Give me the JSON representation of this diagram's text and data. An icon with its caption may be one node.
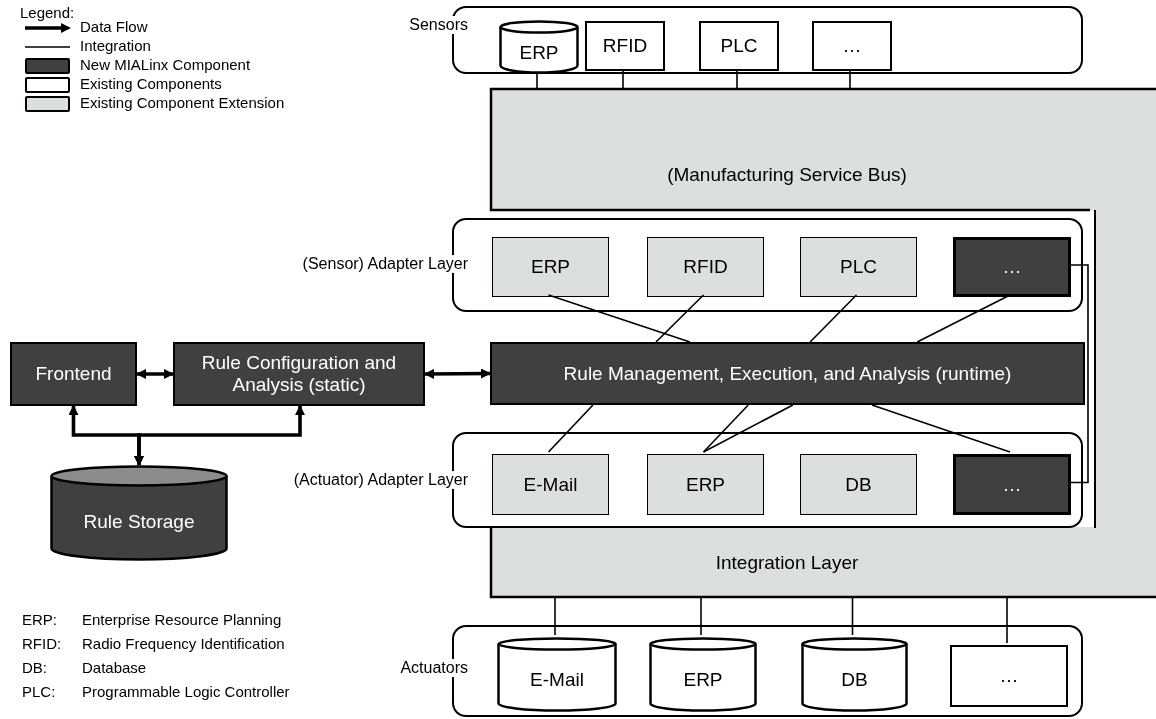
{
  "diagram": {
    "nodes": [
      {
        "text": [
          "Sensors"
        ]
      },
      {
        "text": [
          "ERP"
        ],
        "in": 0
      },
      {
        "text": [
          "RFID"
        ],
        "in": 0
      },
      {
        "text": [
          "PLC"
        ],
        "in": 0
      },
      {
        "text": [
          "…"
        ],
        "in": 0
      },
      {
        "text": [
          "(Manufacturing Service Bus)"
        ]
      },
      {
        "text": [
          "(Sensor) Adapter Layer"
        ]
      },
      {
        "text": [
          "ERP"
        ],
        "in": 6
      },
      {
        "text": [
          "RFID"
        ],
        "in": 6
      },
      {
        "text": [
          "PLC"
        ],
        "in": 6
      },
      {
        "text": [
          "…"
        ],
        "in": 6
      },
      {
        "text": [
          "Frontend"
        ]
      },
      {
        "text": [
          "Rule Configuration and Analysis (static)"
        ]
      },
      {
        "text": [
          "Rule Management, Execution, and Analysis (runtime)"
        ]
      },
      {
        "text": [
          "(Actuator) Adapter Layer"
        ]
      },
      {
        "text": [
          "E-Mail"
        ],
        "in": 14
      },
      {
        "text": [
          "ERP"
        ],
        "in": 14
      },
      {
        "text": [
          "DB"
        ],
        "in": 14
      },
      {
        "text": [
          "…"
        ],
        "in": 14
      },
      {
        "text": [
          "Integration Layer"
        ]
      },
      {
        "text": [
          "Rule Storage"
        ]
      },
      {
        "text": [
          "Actuators"
        ]
      },
      {
        "text": [
          "E-Mail"
        ],
        "in": 21
      },
      {
        "text": [
          "ERP"
        ],
        "in": 21
      },
      {
        "text": [
          "DB"
        ],
        "in": 21
      },
      {
        "text": [
          "…"
        ],
        "in": 21
      },
      {
        "text": [],
        "shape": "bar"
      }
    ],
    "edges": [
      {
        "from": 1,
        "to": 5,
        "arrow": "none"
      },
      {
        "from": 2,
        "to": 5,
        "arrow": "none"
      },
      {
        "from": 3,
        "to": 5,
        "arrow": "none"
      },
      {
        "from": 4,
        "to": 5,
        "arrow": "none"
      },
      {
        "from": 7,
        "to": 13,
        "arrow": "none"
      },
      {
        "from": 8,
        "to": 13,
        "arrow": "none"
      },
      {
        "from": 9,
        "to": 13,
        "arrow": "none"
      },
      {
        "from": 10,
        "to": 13,
        "arrow": "none"
      },
      {
        "from": 13,
        "to": 15,
        "arrow": "none"
      },
      {
        "from": 13,
        "to": 16,
        "arrow": "none"
      },
      {
        "from": 13,
        "to": 16,
        "arrow": "none"
      },
      {
        "from": 13,
        "to": 18,
        "arrow": "none"
      },
      {
        "from": 10,
        "to": 18,
        "arrow": "none"
      },
      {
        "from": 11,
        "to": 12,
        "arrow": "both",
        "style": "thick"
      },
      {
        "from": 12,
        "to": 13,
        "arrow": "both",
        "style": "thick"
      },
      {
        "from": 20,
        "to": 11,
        "arrow": "both",
        "style": "thick"
      },
      {
        "from": 20,
        "to": 12,
        "arrow": "both",
        "style": "thick"
      },
      {
        "from": 19,
        "to": 22,
        "arrow": "none"
      },
      {
        "from": 19,
        "to": 23,
        "arrow": "none"
      },
      {
        "from": 19,
        "to": 24,
        "arrow": "none"
      },
      {
        "from": 19,
        "to": 25,
        "arrow": "none"
      }
    ],
    "labels": [
      "Legend:",
      "ERP:",
      "Enterprise Resource Planning",
      "RFID:",
      "Radio Frequency Identification",
      "DB:",
      "Database",
      "PLC:",
      "Programmable Logic Controller"
    ],
    "legend": [
      {
        "text": "Data Flow"
      },
      {
        "text": "Integration"
      },
      {
        "text": "New MIALinx Component",
        "color": "#404040"
      },
      {
        "text": "Existing Components",
        "color": "#ffffff"
      },
      {
        "text": "Existing Component Extension",
        "color": "#dcdfe0"
      }
    ]
  }
}
